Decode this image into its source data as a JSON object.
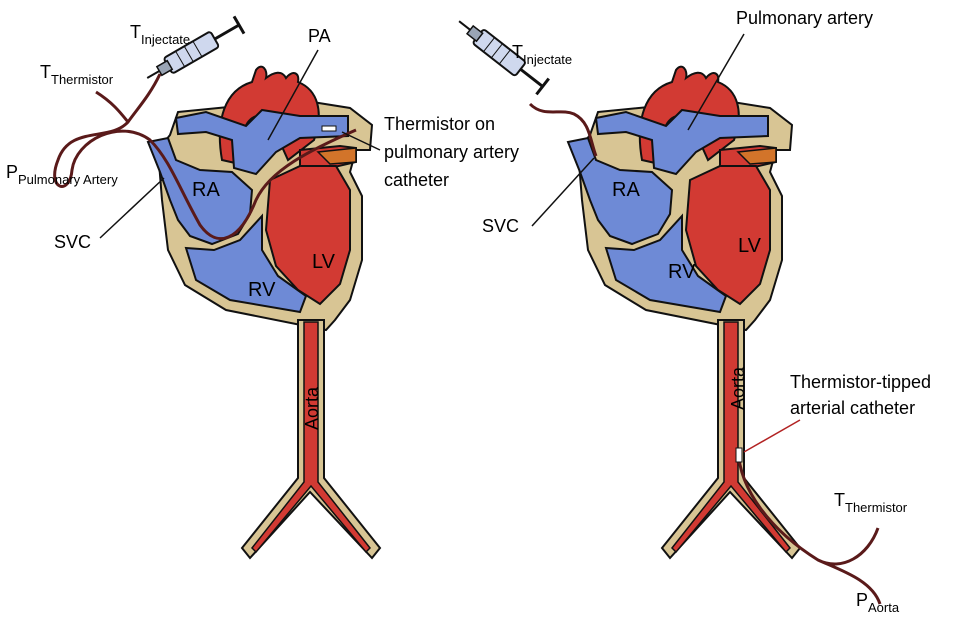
{
  "colors": {
    "blood_arterial": "#d23a33",
    "blood_venous": "#6e8ad6",
    "tissue": "#d8c594",
    "outline": "#111111",
    "catheter": "#5a1a1a"
  },
  "left_panel": {
    "t_injectate": {
      "main": "T",
      "sub": "Injectate"
    },
    "t_thermistor": {
      "main": "T",
      "sub": "Thermistor"
    },
    "p_pulmonary": {
      "main": "P",
      "sub": "Pulmonary Artery"
    },
    "pa": "PA",
    "thermistor_note": [
      "Thermistor on",
      "pulmonary artery",
      "catheter"
    ],
    "svc": "SVC",
    "ra": "RA",
    "rv": "RV",
    "lv": "LV",
    "aorta": "Aorta"
  },
  "right_panel": {
    "t_injectate": {
      "main": "T",
      "sub": "Injectate"
    },
    "pulmonary_artery": "Pulmonary artery",
    "svc": "SVC",
    "ra": "RA",
    "rv": "RV",
    "lv": "LV",
    "aorta": "Aorta",
    "thermistor_note": [
      "Thermistor-tipped",
      "arterial catheter"
    ],
    "t_thermistor": {
      "main": "T",
      "sub": "Thermistor"
    },
    "p_aorta": {
      "main": "P",
      "sub": "Aorta"
    }
  }
}
